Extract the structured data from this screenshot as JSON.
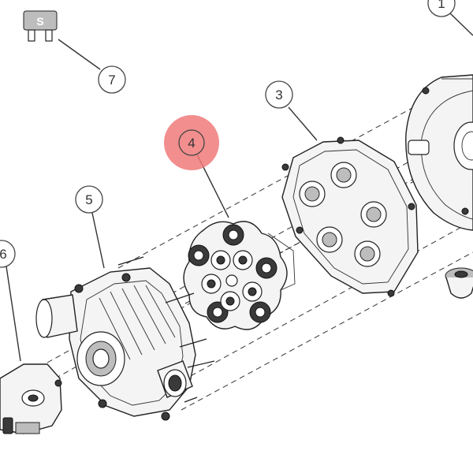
{
  "callouts": [
    {
      "id": "1",
      "label": "1"
    },
    {
      "id": "3",
      "label": "3"
    },
    {
      "id": "4",
      "label": "4",
      "highlight_color": "#f07a7a"
    },
    {
      "id": "5",
      "label": "5"
    },
    {
      "id": "6",
      "label": "6"
    },
    {
      "id": "7",
      "label": "7"
    }
  ],
  "fuse_label": "S"
}
